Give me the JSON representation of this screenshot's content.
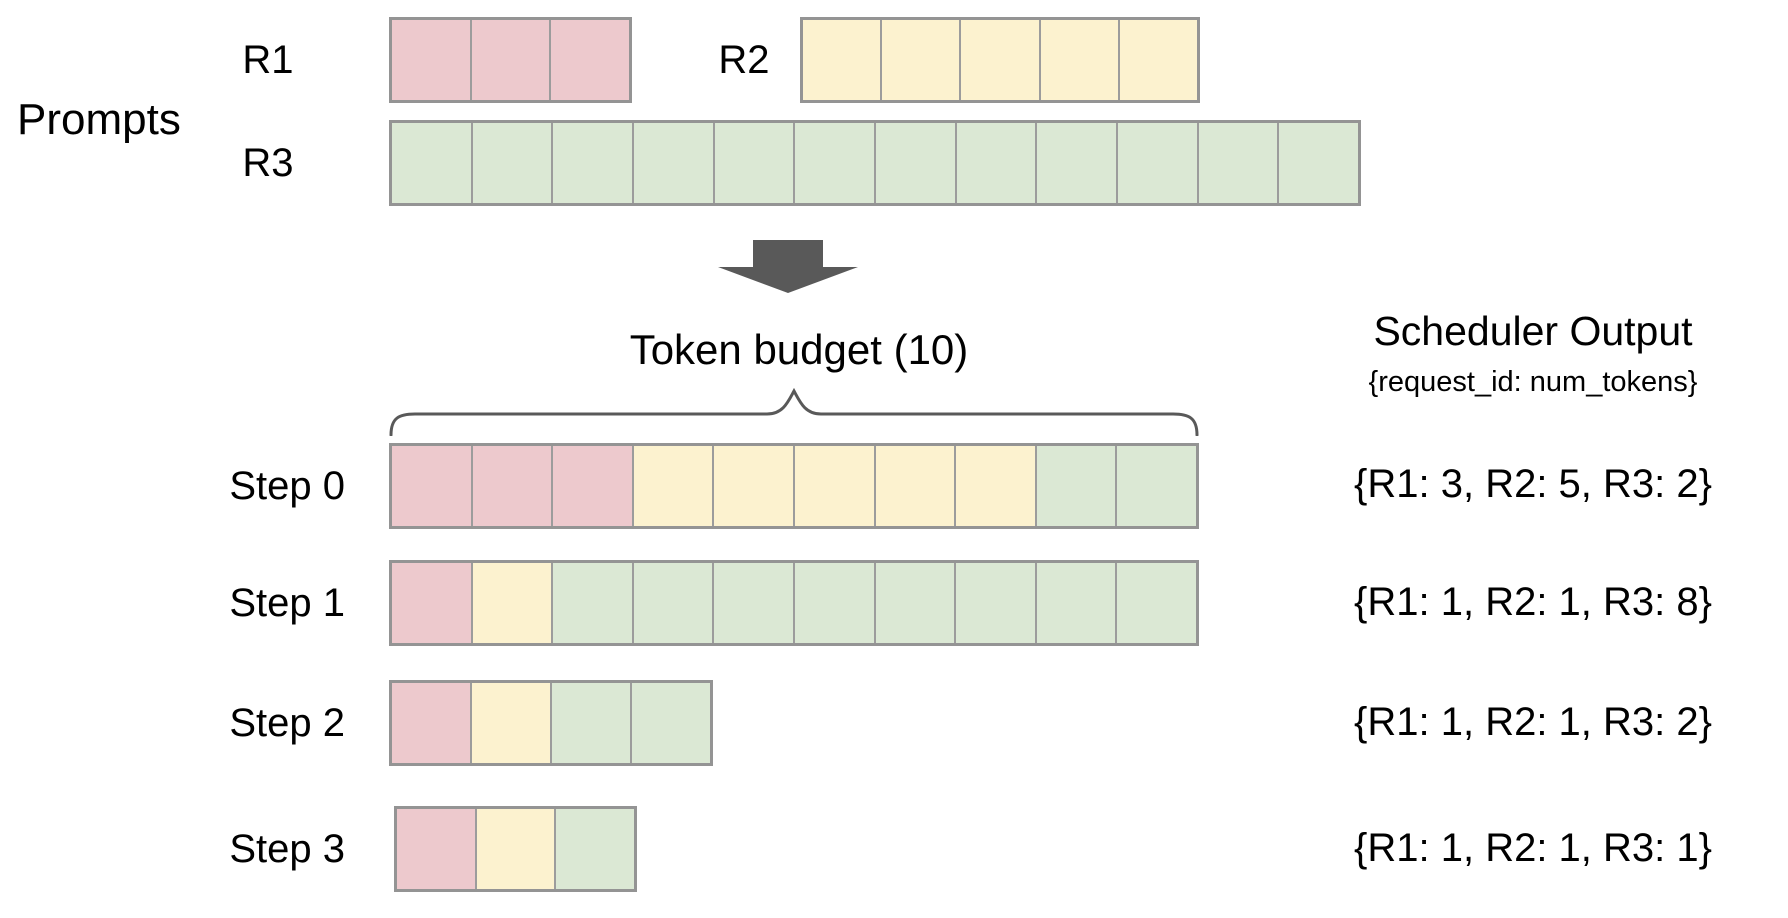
{
  "colors": {
    "r1": "#edc9cd",
    "r2": "#fcf2cf",
    "r3": "#dbe8d4",
    "cell_border_outer": "#949494",
    "cell_border_inner": "#9c9c9c",
    "arrow": "#595959",
    "brace": "#595959",
    "text": "#000000"
  },
  "prompts": {
    "label": "Prompts",
    "requests": [
      {
        "id": "R1",
        "num_tokens": 3,
        "cells": [
          {
            "r": "r1",
            "n": 3
          }
        ]
      },
      {
        "id": "R2",
        "num_tokens": 5,
        "cells": [
          {
            "r": "r2",
            "n": 5
          }
        ]
      },
      {
        "id": "R3",
        "num_tokens": 12,
        "cells": [
          {
            "r": "r3",
            "n": 12
          }
        ]
      }
    ]
  },
  "arrow_icon": "block-arrow-down",
  "token_budget": {
    "label": "Token budget (10)",
    "value": 10
  },
  "scheduler_output": {
    "title": "Scheduler Output",
    "subtitle": "{request_id: num_tokens}"
  },
  "steps": [
    {
      "label": "Step 0",
      "cells": [
        {
          "r": "r1",
          "n": 3
        },
        {
          "r": "r2",
          "n": 5
        },
        {
          "r": "r3",
          "n": 2
        }
      ],
      "output": "{R1: 3, R2: 5, R3: 2}"
    },
    {
      "label": "Step 1",
      "cells": [
        {
          "r": "r1",
          "n": 1
        },
        {
          "r": "r2",
          "n": 1
        },
        {
          "r": "r3",
          "n": 8
        }
      ],
      "output": "{R1: 1, R2: 1, R3: 8}"
    },
    {
      "label": "Step 2",
      "cells": [
        {
          "r": "r1",
          "n": 1
        },
        {
          "r": "r2",
          "n": 1
        },
        {
          "r": "r3",
          "n": 2
        }
      ],
      "output": "{R1: 1, R2: 1, R3: 2}"
    },
    {
      "label": "Step 3",
      "cells": [
        {
          "r": "r1",
          "n": 1
        },
        {
          "r": "r2",
          "n": 1
        },
        {
          "r": "r3",
          "n": 1
        }
      ],
      "output": "{R1: 1, R2: 1, R3: 1}"
    }
  ]
}
